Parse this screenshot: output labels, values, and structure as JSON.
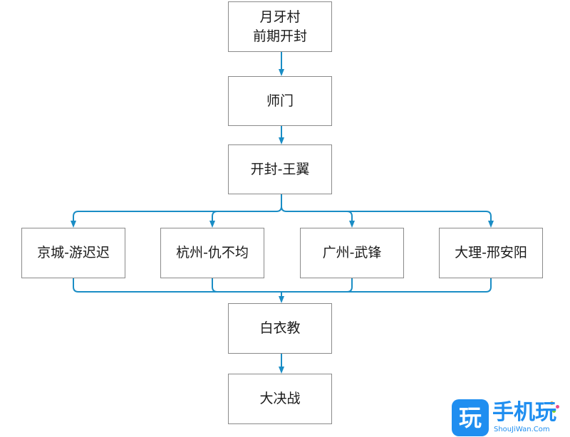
{
  "colors": {
    "connector": "#1a8dc5",
    "box_border": "#8a8a8a",
    "watermark_blue": "#1f8ef0",
    "dot_colors": [
      "#f5a623",
      "#e94b8a",
      "#7ed321"
    ]
  },
  "nodes": {
    "start": {
      "lines": [
        "月牙村",
        "前期开封"
      ]
    },
    "shimen": {
      "lines": [
        "师门"
      ]
    },
    "kaifeng": {
      "lines": [
        "开封-王翼"
      ]
    },
    "branches": [
      {
        "lines": [
          "京城-游迟迟"
        ]
      },
      {
        "lines": [
          "杭州-仇不均"
        ]
      },
      {
        "lines": [
          "广州-武锋"
        ]
      },
      {
        "lines": [
          "大理-邢安阳"
        ]
      }
    ],
    "baiyi": {
      "lines": [
        "白衣教"
      ]
    },
    "final": {
      "lines": [
        "大决战"
      ]
    }
  },
  "watermark": {
    "logo_char": "玩",
    "name": "手机玩",
    "url": "ShouJiWan.Com"
  }
}
